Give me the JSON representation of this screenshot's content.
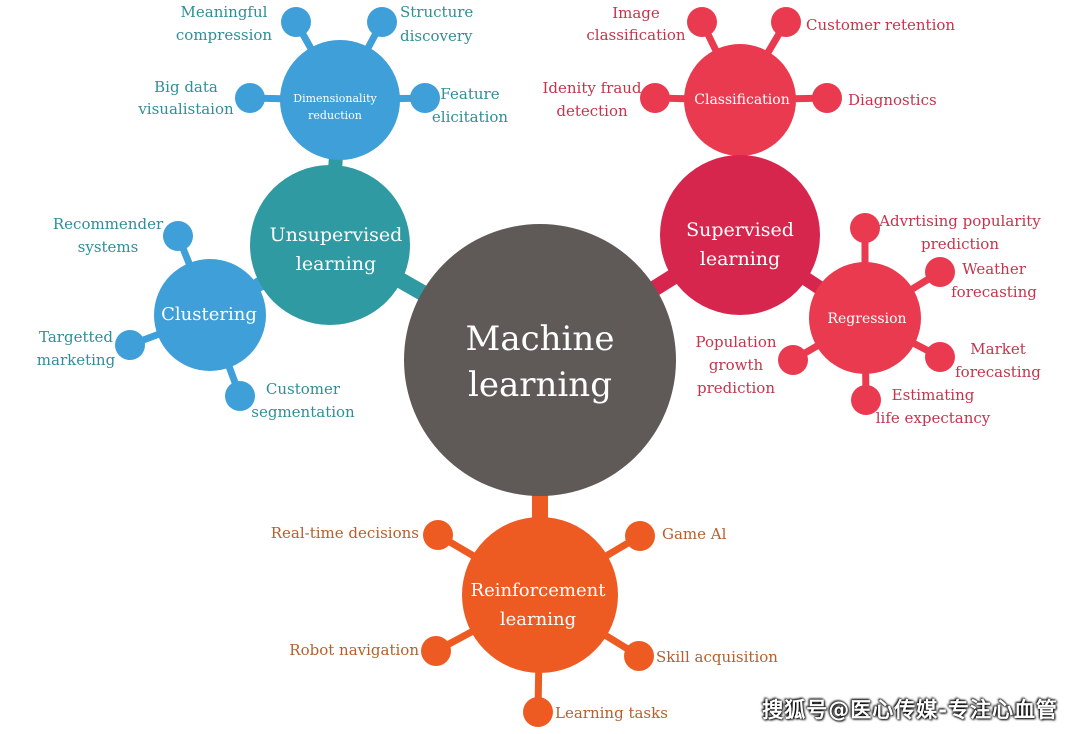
{
  "colors": {
    "center": "#5f5a57",
    "unsupervised": "#2f9aa2",
    "dimensionality": "#3f9fd8",
    "clustering": "#3f9fd8",
    "supervised": "#d7264d",
    "classification": "#ea3a4f",
    "regression": "#ea3a4f",
    "reinforcement": "#ee5b22",
    "teal_text": "#2f8e98",
    "red_text": "#c6344c",
    "orange_text": "#b5602c"
  },
  "center": {
    "line1": "Machine",
    "line2": "learning"
  },
  "unsupervised": {
    "line1": "Unsupervised",
    "line2": "learning"
  },
  "supervised": {
    "line1": "Supervised",
    "line2": "learning"
  },
  "reinforcement": {
    "line1": "Reinforcement",
    "line2": "learning",
    "leaves": {
      "realtime": "Real-time decisions",
      "gameai": "Game Al",
      "robot": "Robot navigation",
      "skill": "Skill acquisition",
      "tasks": "Learning tasks"
    }
  },
  "dimensionality": {
    "line1": "Dimensionality",
    "line2": "reduction",
    "leaves": {
      "meaningful1": "Meaningful",
      "meaningful2": "compression",
      "structure1": "Structure",
      "structure2": "discovery",
      "bigdata1": "Big data",
      "bigdata2": "visualistaion",
      "feature1": "Feature",
      "feature2": "elicitation"
    }
  },
  "clustering": {
    "label": "Clustering",
    "leaves": {
      "recommender1": "Recommender",
      "recommender2": "systems",
      "targetted1": "Targetted",
      "targetted2": "marketing",
      "customer1": "Customer",
      "customer2": "segmentation"
    }
  },
  "classification": {
    "label": "Classification",
    "leaves": {
      "image1": "Image",
      "image2": "classification",
      "retention": "Customer retention",
      "fraud1": "Idenity fraud",
      "fraud2": "detection",
      "diagnostics": "Diagnostics"
    }
  },
  "regression": {
    "label": "Regression",
    "leaves": {
      "advertising1": "Advrtising popularity",
      "advertising2": "prediction",
      "weather1": "Weather",
      "weather2": "forecasting",
      "population1": "Population",
      "population2": "growth",
      "population3": "prediction",
      "market1": "Market",
      "market2": "forecasting",
      "life1": "Estimating",
      "life2": "life expectancy"
    }
  },
  "watermark": "搜狐号@医心传媒-专注心血管"
}
